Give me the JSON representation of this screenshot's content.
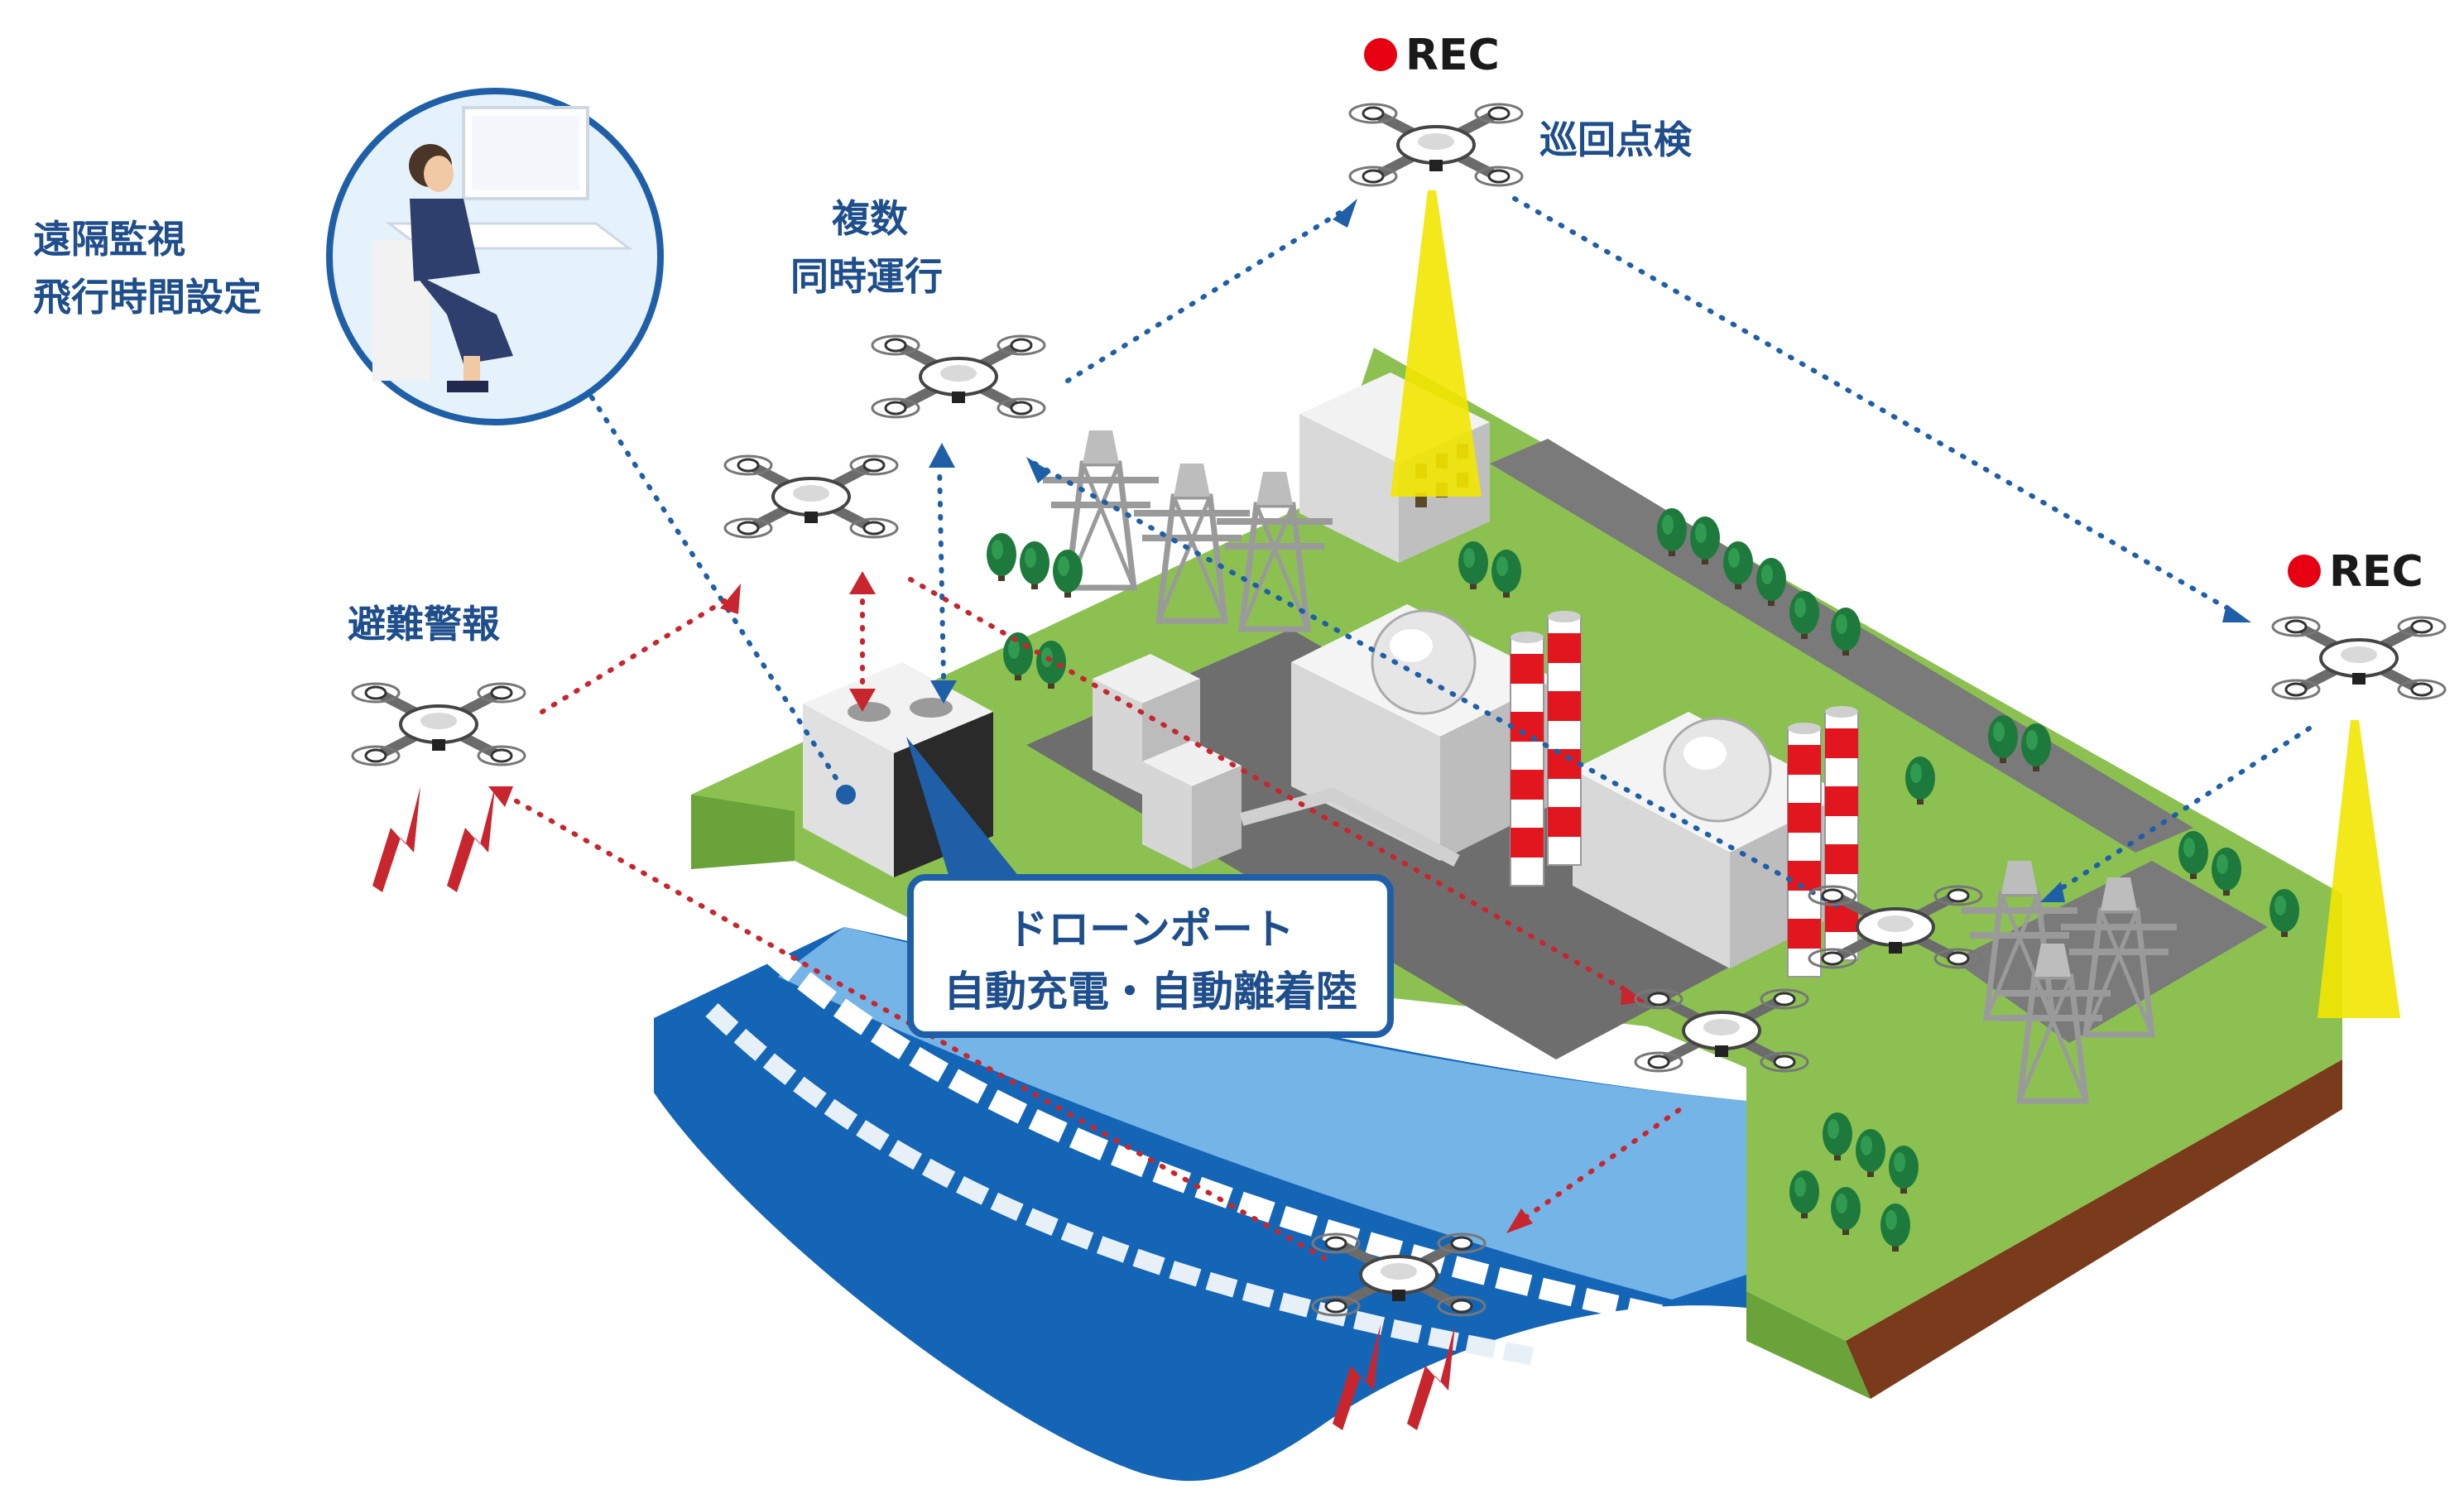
{
  "labels": {
    "remote_monitoring": "遠隔監視",
    "flight_time_setting": "飛行時間設定",
    "multiple": "複数",
    "simultaneous_operation": "同時運行",
    "evacuation_alert": "避難警報",
    "patrol_inspection": "巡回点検",
    "rec_1": "REC",
    "rec_2": "REC",
    "drone_port": "ドローンポート",
    "auto_charge_land": "自動充電・自動離着陸"
  },
  "colors": {
    "label_blue": "#1f4e8c",
    "route_blue": "#1f5fa8",
    "route_red": "#c8262e",
    "grass": "#8cc152",
    "grass_dark": "#6aa33a",
    "soil": "#7a3b1c",
    "sea": "#1565b7",
    "camera_beam": "#f2e600",
    "rec_dot": "#e60012"
  },
  "icons": [
    "operator-avatar",
    "drone-icon",
    "warning-arrows-icon",
    "rec-dot-icon",
    "camera-beam",
    "power-pylon",
    "reactor-dome",
    "chimney",
    "tree"
  ]
}
